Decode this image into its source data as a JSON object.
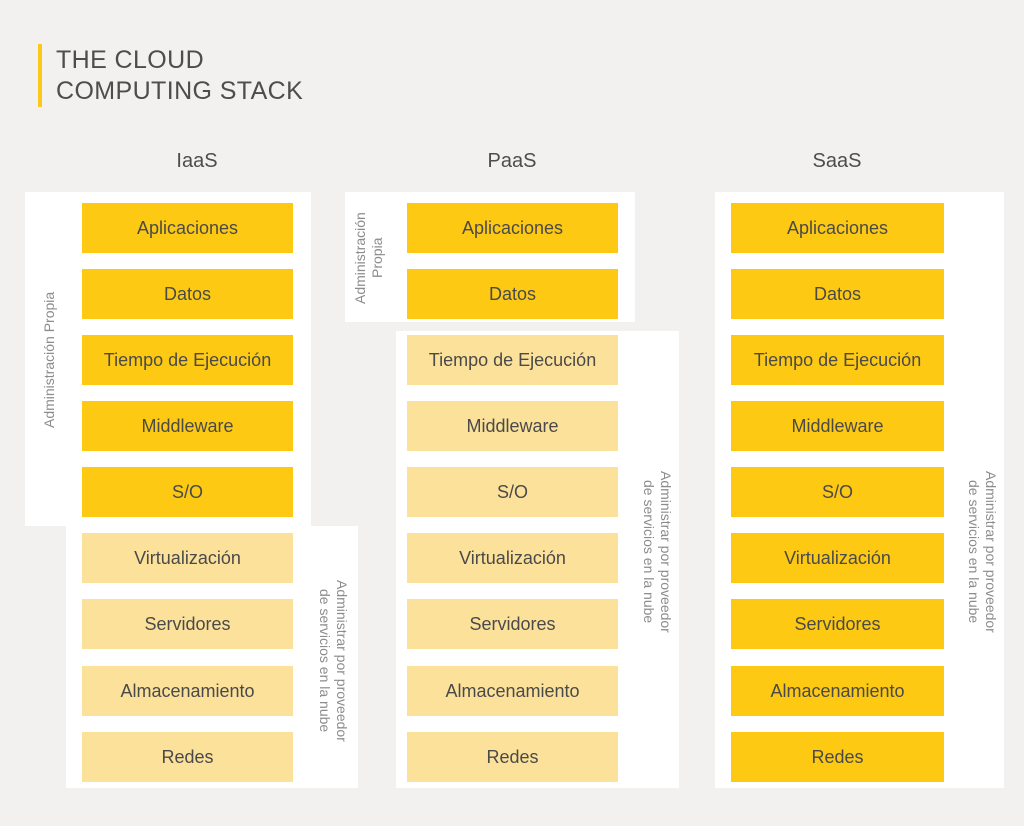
{
  "title": {
    "line1": "THE CLOUD",
    "line2": "COMPUTING STACK",
    "full": "THE CLOUD\nCOMPUTING STACK",
    "accent_color": "#fcc81a"
  },
  "colors": {
    "background": "#f2f1ef",
    "panel": "#ffffff",
    "row_managed_self": "#fdc913",
    "row_managed_provider": "#fce19a",
    "text": "#4a4a4a",
    "label_text": "#8c8c8c"
  },
  "labels": {
    "self_managed": "Administración Propia",
    "self_managed_wrapped": "Administración\nPropia",
    "provider_managed": "Administrar por proveedor\nde servicios en la nube"
  },
  "layers": [
    "Aplicaciones",
    "Datos",
    "Tiempo de Ejecución",
    "Middleware",
    "S/O",
    "Virtualización",
    "Servidores",
    "Almacenamiento",
    "Redes"
  ],
  "columns": [
    {
      "id": "iaas",
      "header": "IaaS",
      "self_managed_layers": [
        "Aplicaciones",
        "Datos",
        "Tiempo de Ejecución",
        "Middleware",
        "S/O"
      ],
      "provider_managed_layers": [
        "Virtualización",
        "Servidores",
        "Almacenamiento",
        "Redes"
      ],
      "rows": [
        {
          "label": "Aplicaciones",
          "managed_by": "self"
        },
        {
          "label": "Datos",
          "managed_by": "self"
        },
        {
          "label": "Tiempo de Ejecución",
          "managed_by": "self"
        },
        {
          "label": "Middleware",
          "managed_by": "self"
        },
        {
          "label": "S/O",
          "managed_by": "self"
        },
        {
          "label": "Virtualización",
          "managed_by": "provider"
        },
        {
          "label": "Servidores",
          "managed_by": "provider"
        },
        {
          "label": "Almacenamiento",
          "managed_by": "provider"
        },
        {
          "label": "Redes",
          "managed_by": "provider"
        }
      ]
    },
    {
      "id": "paas",
      "header": "PaaS",
      "self_managed_layers": [
        "Aplicaciones",
        "Datos"
      ],
      "provider_managed_layers": [
        "Tiempo de Ejecución",
        "Middleware",
        "S/O",
        "Virtualización",
        "Servidores",
        "Almacenamiento",
        "Redes"
      ],
      "rows": [
        {
          "label": "Aplicaciones",
          "managed_by": "self"
        },
        {
          "label": "Datos",
          "managed_by": "self"
        },
        {
          "label": "Tiempo de Ejecución",
          "managed_by": "provider"
        },
        {
          "label": "Middleware",
          "managed_by": "provider"
        },
        {
          "label": "S/O",
          "managed_by": "provider"
        },
        {
          "label": "Virtualización",
          "managed_by": "provider"
        },
        {
          "label": "Servidores",
          "managed_by": "provider"
        },
        {
          "label": "Almacenamiento",
          "managed_by": "provider"
        },
        {
          "label": "Redes",
          "managed_by": "provider"
        }
      ]
    },
    {
      "id": "saas",
      "header": "SaaS",
      "self_managed_layers": [],
      "provider_managed_layers": [
        "Aplicaciones",
        "Datos",
        "Tiempo de Ejecución",
        "Middleware",
        "S/O",
        "Virtualización",
        "Servidores",
        "Almacenamiento",
        "Redes"
      ],
      "rows": [
        {
          "label": "Aplicaciones",
          "managed_by": "provider"
        },
        {
          "label": "Datos",
          "managed_by": "provider"
        },
        {
          "label": "Tiempo de Ejecución",
          "managed_by": "provider"
        },
        {
          "label": "Middleware",
          "managed_by": "provider"
        },
        {
          "label": "S/O",
          "managed_by": "provider"
        },
        {
          "label": "Virtualización",
          "managed_by": "provider"
        },
        {
          "label": "Servidores",
          "managed_by": "provider"
        },
        {
          "label": "Almacenamiento",
          "managed_by": "provider"
        },
        {
          "label": "Redes",
          "managed_by": "provider"
        }
      ]
    }
  ]
}
